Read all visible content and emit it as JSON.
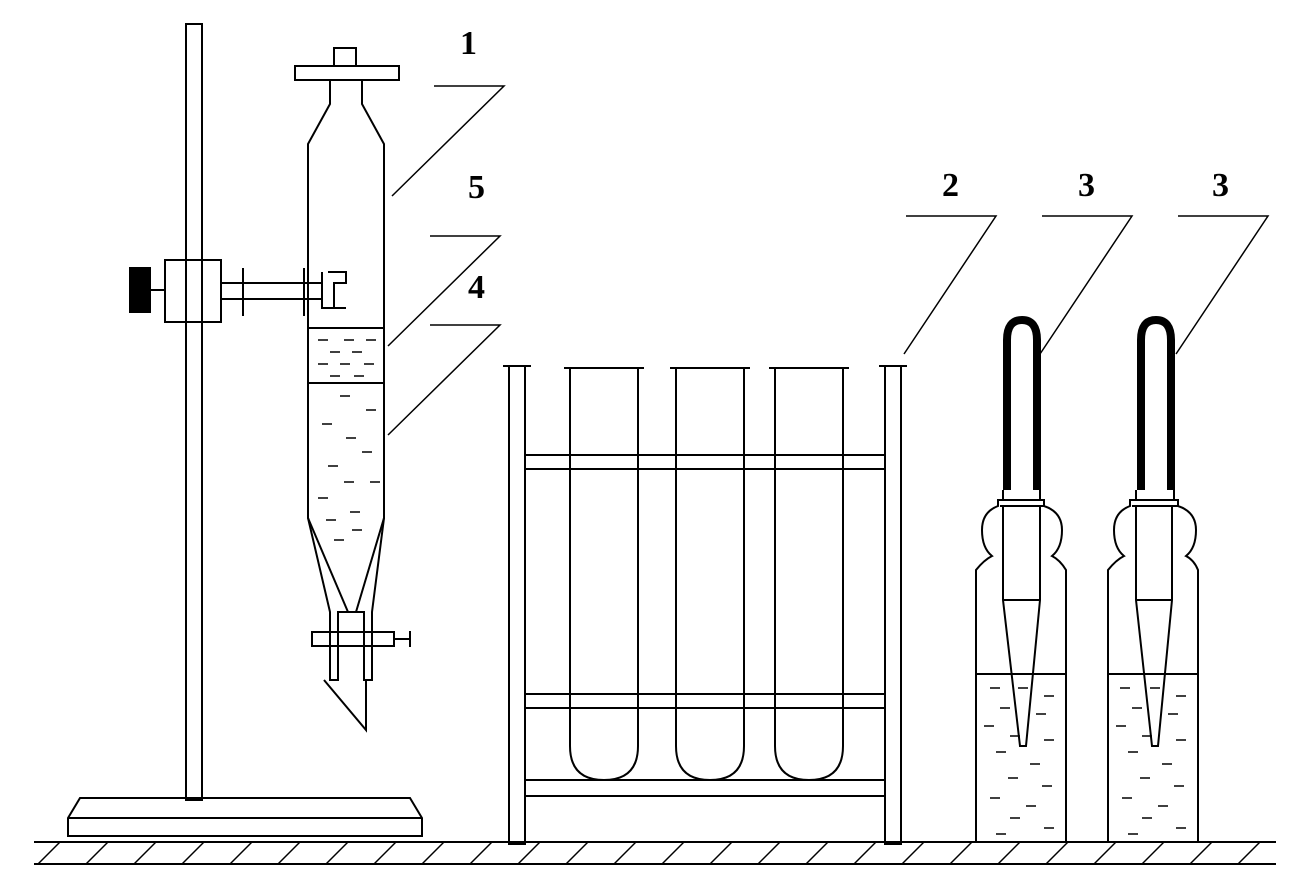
{
  "diagram": {
    "labels": {
      "separatory_funnel": "1",
      "test_tube_rack": "2",
      "dropper_bottle_left": "3",
      "dropper_bottle_right": "3",
      "lower_liquid_layer": "4",
      "upper_liquid_layer": "5"
    },
    "colors": {
      "line": "#000000",
      "background": "#ffffff",
      "rubber_bulb": "#000000",
      "clamp_knob": "#000000"
    }
  }
}
